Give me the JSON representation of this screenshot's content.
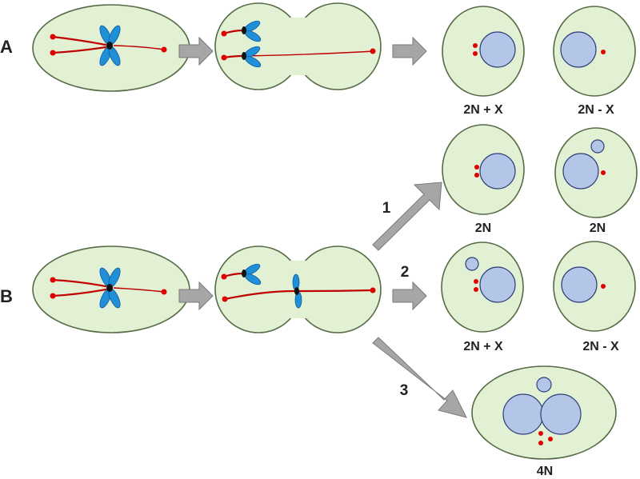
{
  "rows": [
    {
      "label": "A"
    },
    {
      "label": "B"
    }
  ],
  "outcomes": {
    "a_left": "2N + X",
    "a_right": "2N - X",
    "b1_left": "2N",
    "b1_right": "2N",
    "b2_left": "2N + X",
    "b2_right": "2N - X",
    "b3": "4N"
  },
  "pathways": [
    {
      "label": "1"
    },
    {
      "label": "2"
    },
    {
      "label": "3"
    }
  ],
  "colors": {
    "cytoplasm": "#e2f0d4",
    "nucleus": "#b4c6e7",
    "spindle": "#c00000",
    "chromosome": "#1f8fd8",
    "arrow": "#a6a6a6"
  }
}
